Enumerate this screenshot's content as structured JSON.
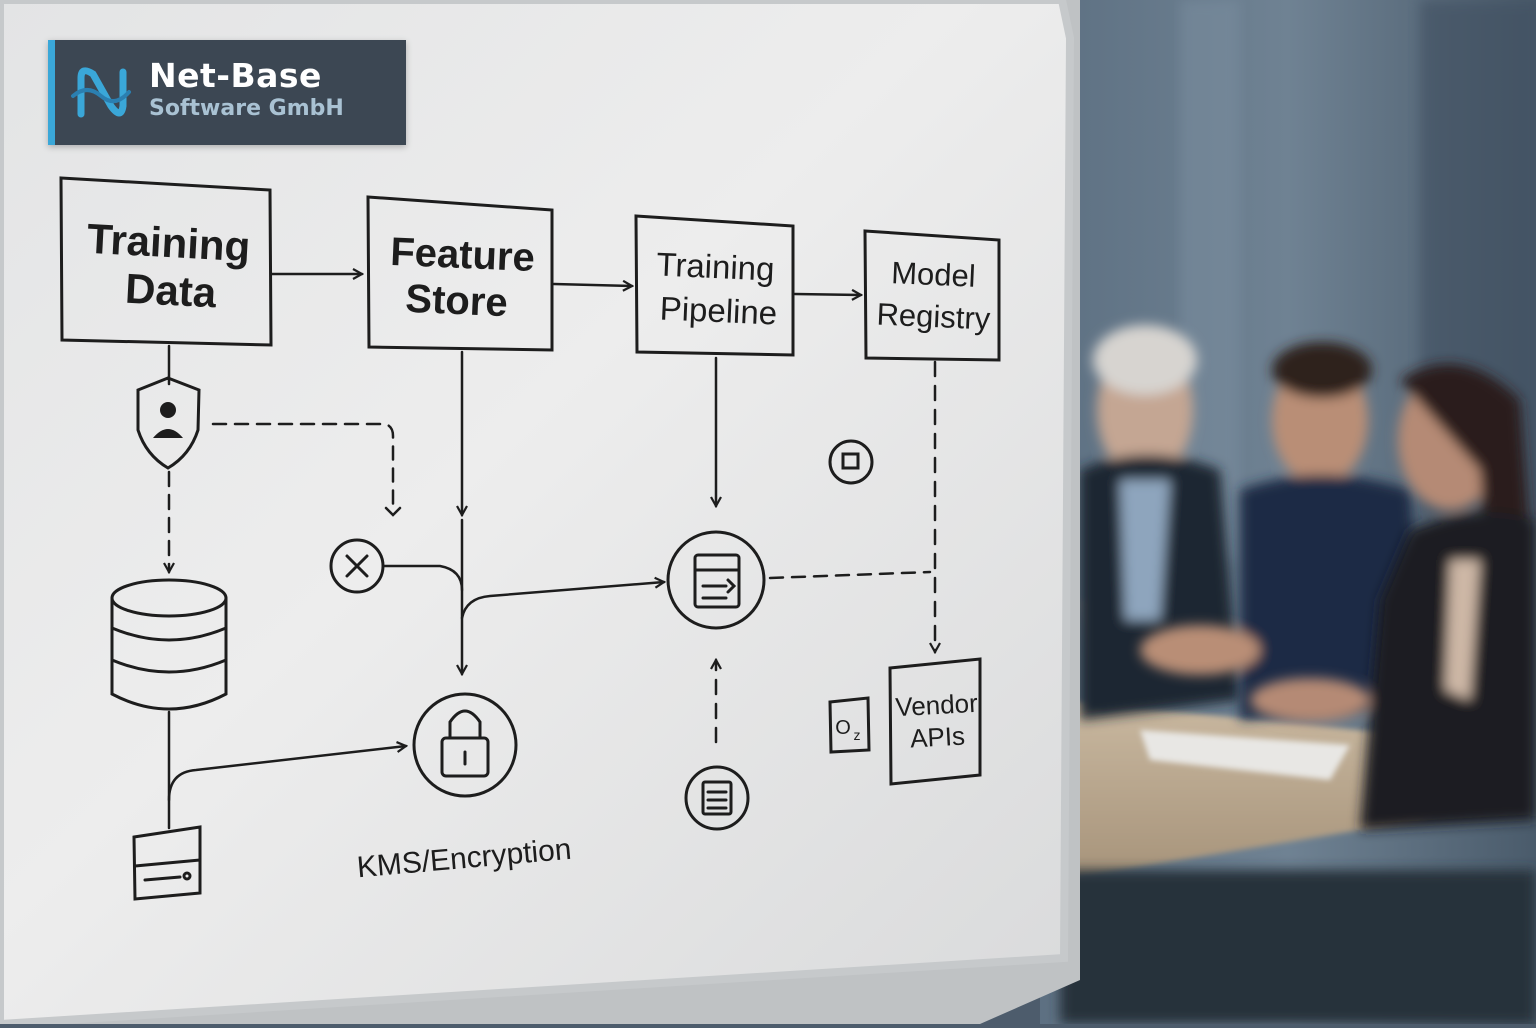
{
  "logo": {
    "name": "Net-Base",
    "subtitle": "Software GmbH",
    "colors": {
      "background": "#3c4753",
      "accent": "#3aa7d8"
    }
  },
  "whiteboard": {
    "nodes": {
      "training_data": {
        "line1": "Training",
        "line2": "Data"
      },
      "feature_store": {
        "line1": "Feature",
        "line2": "Store"
      },
      "training_pipeline": {
        "line1": "Training",
        "line2": "Pipeline"
      },
      "model_registry": {
        "line1": "Model",
        "line2": "Registry"
      },
      "vendor_apis": {
        "line1": "Vendor",
        "line2": "APIs"
      },
      "kms": {
        "label": "KMS/Encryption"
      },
      "oz_badge": {
        "label": "O",
        "subscript": "z"
      }
    },
    "icons": [
      "shield-user-icon",
      "database-icon",
      "server-icon",
      "cancel-circle-icon",
      "lock-circle-icon",
      "pipeline-circle-icon",
      "document-circle-icon",
      "square-circle-icon"
    ],
    "colors": {
      "ink": "#1d1d1d",
      "board": "#e9eaea",
      "frame": "#cfd2d4"
    }
  }
}
